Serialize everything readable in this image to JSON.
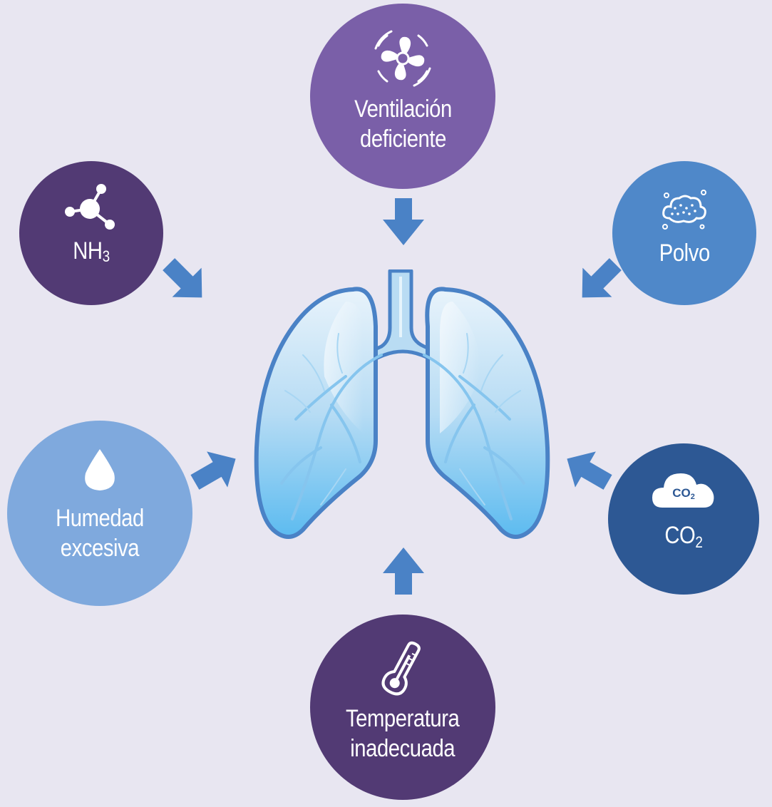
{
  "colors": {
    "background": "#e8e6f1",
    "ventilation": "#7a5fa8",
    "nh3": "#523a74",
    "polvo": "#4f88c9",
    "humedad": "#7fa9dd",
    "co2": "#2d5894",
    "temperatura": "#523a74",
    "arrow": "#4a82c6",
    "lung_outline": "#4a82c6"
  },
  "factors": {
    "ventilation": {
      "icon": "fan-icon",
      "line1": "Ventilación",
      "line2": "deficiente"
    },
    "nh3": {
      "icon": "molecule-icon",
      "main": "NH",
      "sub": "3"
    },
    "polvo": {
      "icon": "dust-cloud-icon",
      "label": "Polvo"
    },
    "humedad": {
      "icon": "water-drop-icon",
      "line1": "Humedad",
      "line2": "excesiva"
    },
    "co2": {
      "icon": "co2-cloud-icon",
      "icon_main": "CO",
      "icon_sub": "2",
      "main": "CO",
      "sub": "2"
    },
    "temperatura": {
      "icon": "thermometer-icon",
      "line1": "Temperatura",
      "line2": "inadecuada"
    }
  },
  "center": {
    "icon": "lungs-icon"
  }
}
